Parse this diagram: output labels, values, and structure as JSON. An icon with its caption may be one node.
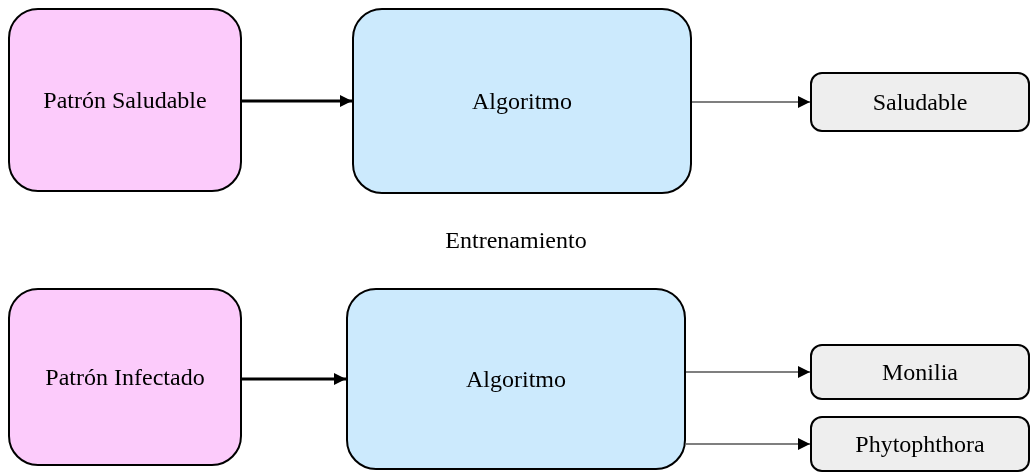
{
  "diagram": {
    "nodes": [
      {
        "text": [
          "Patrón Saludable"
        ]
      },
      {
        "text": [
          "Algoritmo"
        ]
      },
      {
        "text": [
          "Saludable"
        ]
      },
      {
        "text": [
          "Patrón Infectado"
        ]
      },
      {
        "text": [
          "Algoritmo"
        ]
      },
      {
        "text": [
          "Monilia"
        ]
      },
      {
        "text": [
          "Phytophthora"
        ]
      }
    ],
    "edges": [
      {
        "from": 0,
        "to": 1,
        "arrow": "to",
        "style": "thick"
      },
      {
        "from": 1,
        "to": 2,
        "arrow": "to"
      },
      {
        "from": 3,
        "to": 4,
        "arrow": "to",
        "style": "thick"
      },
      {
        "from": 4,
        "to": 5,
        "arrow": "to"
      },
      {
        "from": 4,
        "to": 6,
        "arrow": "to"
      }
    ],
    "labels": [
      "Entrenamiento"
    ]
  }
}
